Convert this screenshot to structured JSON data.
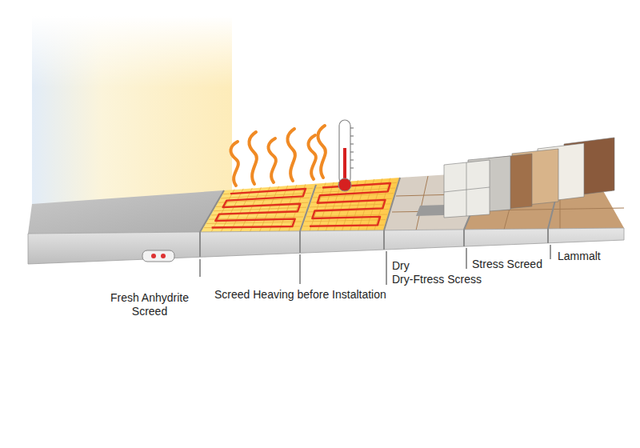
{
  "diagram": {
    "labels": [
      "Fresh Anhydrite Screed",
      "Screed Heaving before Instaltation",
      "Dry",
      "Dry-Ftress Scress",
      "Stress Screed",
      "Lammalt"
    ]
  }
}
